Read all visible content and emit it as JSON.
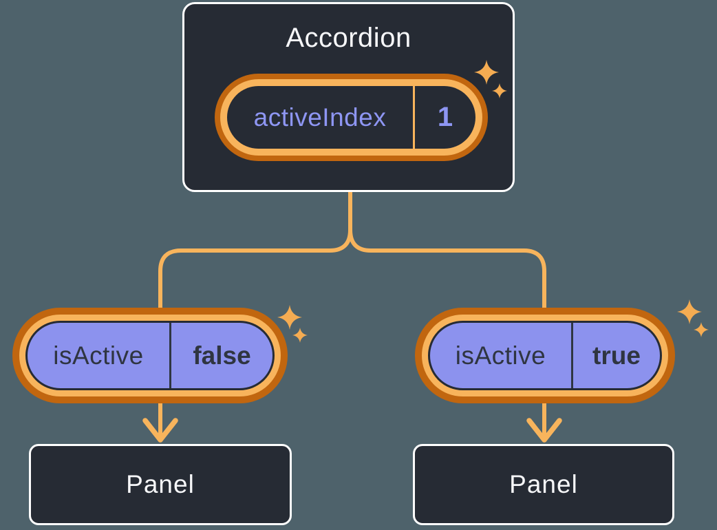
{
  "diagram": {
    "root": {
      "title": "Accordion",
      "state": {
        "name": "activeIndex",
        "value": "1"
      }
    },
    "children": [
      {
        "prop": {
          "name": "isActive",
          "value": "false"
        },
        "component": {
          "title": "Panel"
        }
      },
      {
        "prop": {
          "name": "isActive",
          "value": "true"
        },
        "component": {
          "title": "Panel"
        }
      }
    ],
    "colors": {
      "background": "#4e626b",
      "card": "#262b34",
      "cardBorder": "#ffffff",
      "orangeDark": "#c1660f",
      "orangeLight": "#f8b45c",
      "sparkle": "#f5ac52",
      "purpleFill": "#8c92ee",
      "purpleText": "#8e96f3",
      "darkText": "#2f3541",
      "pillDivider": "#2f3642",
      "lightText": "#f6f7f9"
    }
  }
}
